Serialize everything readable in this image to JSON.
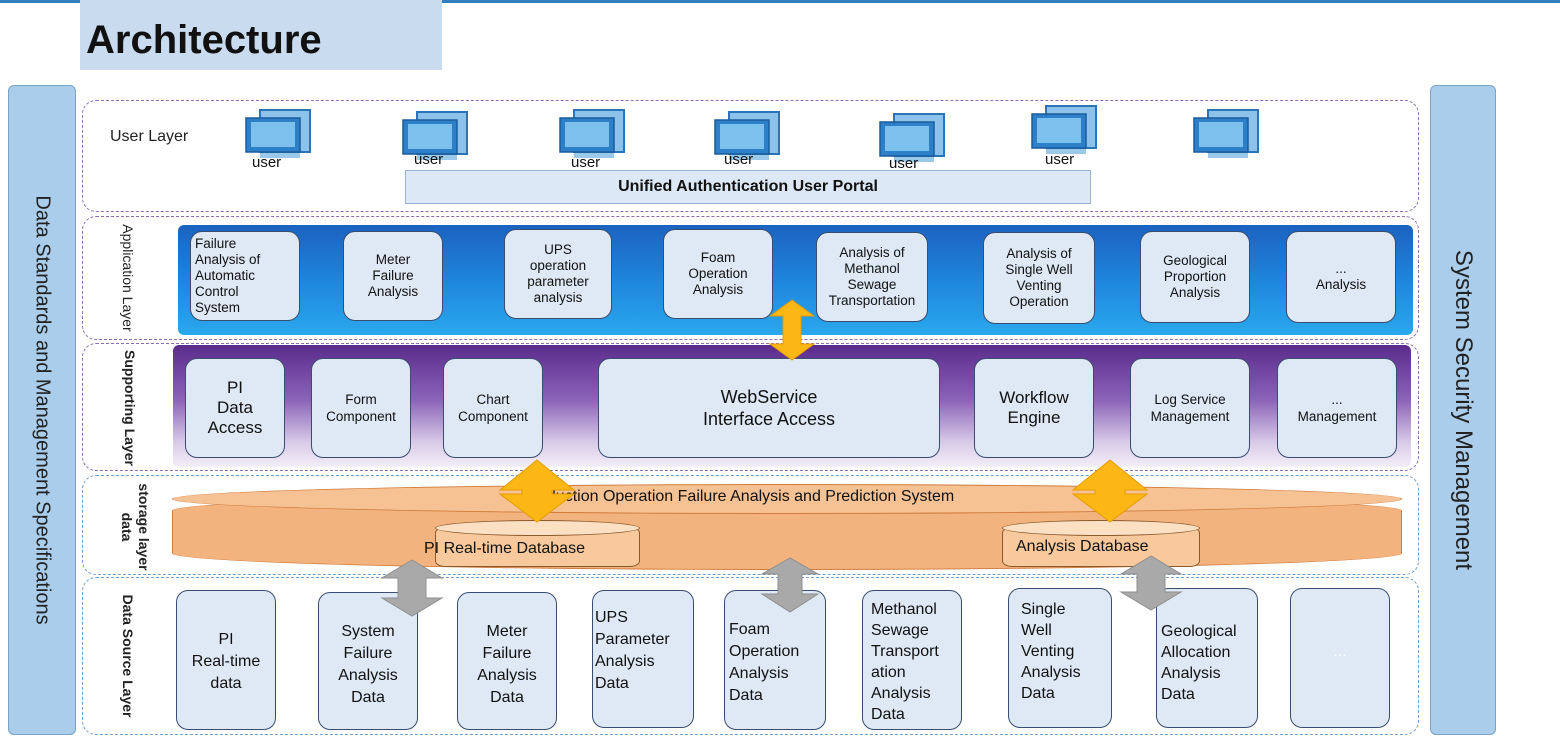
{
  "title": "Architecture",
  "left_sidebar": "Data Standards and Management Specifications",
  "right_sidebar": "System Security Management",
  "layers": {
    "user": "User Layer",
    "application": "Application Layer",
    "supporting": "Supporting Layer",
    "storage_1": "data",
    "storage_2": "storage layer",
    "source": "Data Source Layer"
  },
  "users": [
    "user",
    "user",
    "user",
    "user",
    "user",
    "user",
    ""
  ],
  "portal": "Unified Authentication User Portal",
  "applications": [
    "Failure\nAnalysis of\nAutomatic\nControl\nSystem",
    "Meter\nFailure\nAnalysis",
    "UPS\noperation\nparameter\nanalysis",
    "Foam\nOperation\nAnalysis",
    "Analysis of\nMethanol\nSewage\nTransportation",
    "Analysis of\nSingle Well\nVenting\nOperation",
    "Geological\nProportion\nAnalysis",
    "...\nAnalysis"
  ],
  "supporting": [
    "PI\nData\nAccess",
    "Form\nComponent",
    "Chart\nComponent",
    "WebService\nInterface Access",
    "Workflow\nEngine",
    "Log Service\nManagement",
    "...\nManagement"
  ],
  "storage": {
    "system": "Production Operation Failure Analysis and Prediction System",
    "pi_db": "PI Real-time Database",
    "analysis_db": "Analysis Database"
  },
  "sources": [
    "PI\nReal-time\ndata",
    "System\nFailure\nAnalysis\nData",
    "Meter\nFailure\nAnalysis\nData",
    "UPS\nParameter\nAnalysis\nData",
    "Foam\nOperation\nAnalysis\nData",
    "Methanol\nSewage\nTransport\nation\nAnalysis\nData",
    "Single\nWell\nVenting\nAnalysis\nData",
    "Geological\nAllocation\nAnalysis\nData",
    "..."
  ],
  "colors": {
    "app_band": "#1f88e0",
    "support_band": "#6a3a9c",
    "storage": "#f3b37e",
    "arrow_yellow": "#fbb814",
    "arrow_gray": "#a9a9a9",
    "sidebar": "#a9cdea"
  },
  "icons": [
    "computer-monitor-icon"
  ]
}
